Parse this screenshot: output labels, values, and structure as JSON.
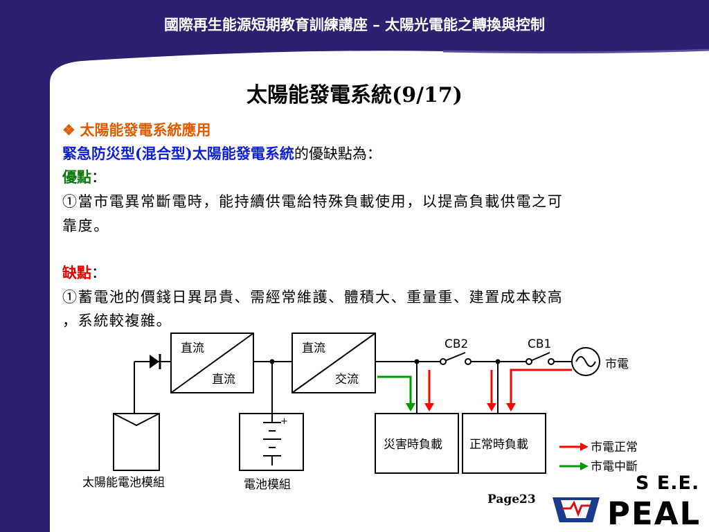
{
  "header": {
    "title": "國際再生能源短期教育訓練講座 – 太陽光電能之轉換與控制"
  },
  "slide": {
    "title": "太陽能發電系統(9/17)",
    "bullet_symbol": "❖",
    "bullet_text": "太陽能發電系統應用",
    "intro_highlight": "緊急防災型(混合型)太陽能發電系統",
    "intro_rest": "的優缺點為：",
    "pros_label": "優點",
    "pros_colon": "：",
    "pros_line1": "①當市電異常斷電時，能持續供電給特殊負載使用，以提高負載供電之可",
    "pros_line2": "靠度。",
    "cons_label": "缺點",
    "cons_colon": "：",
    "cons_line1": "①蓄電池的價錢日異昂貴、需經常維護、體積大、重量重、建置成本較高",
    "cons_line2": "，系統較複雜。"
  },
  "diagram": {
    "dcdc_top": "直流",
    "dcdc_bottom": "直流",
    "dcac_top": "直流",
    "dcac_bottom": "交流",
    "cb2": "CB2",
    "cb1": "CB1",
    "grid": "市電",
    "battery_plus": "+",
    "pv_module": "太陽能電池模組",
    "battery_module": "電池模組",
    "disaster_load": "災害時負載",
    "normal_load": "正常時負載",
    "legend_normal": "市電正常",
    "legend_outage": "市電中斷",
    "color_normal": "#ff0000",
    "color_outage": "#009900"
  },
  "footer": {
    "page": "Page23"
  },
  "logo": {
    "line1": "S E.E.",
    "line2": "PEAL"
  }
}
